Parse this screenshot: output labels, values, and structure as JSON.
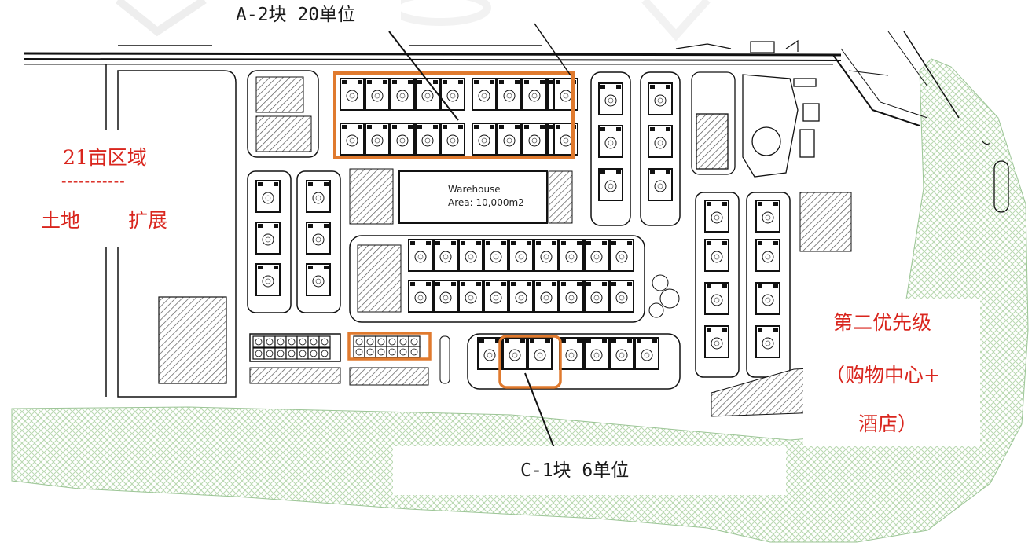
{
  "annotations": {
    "block_a2": "A-2块 20单位",
    "block_c1": "C-1块 6单位",
    "area_21mu": "21亩区域",
    "dashes": "-----------",
    "land": "土地",
    "expand": "扩展",
    "priority_line1": "第二优先级",
    "priority_line2": "（购物中心+",
    "priority_line3": "酒店）"
  },
  "warehouse": {
    "name": "Warehouse",
    "area": "Area: 10,000m2"
  },
  "colors": {
    "annotation_red": "#d9251d",
    "highlight_orange": "#e07a2e",
    "green_area": "#cfe3c9",
    "line": "#1a1a1a"
  }
}
